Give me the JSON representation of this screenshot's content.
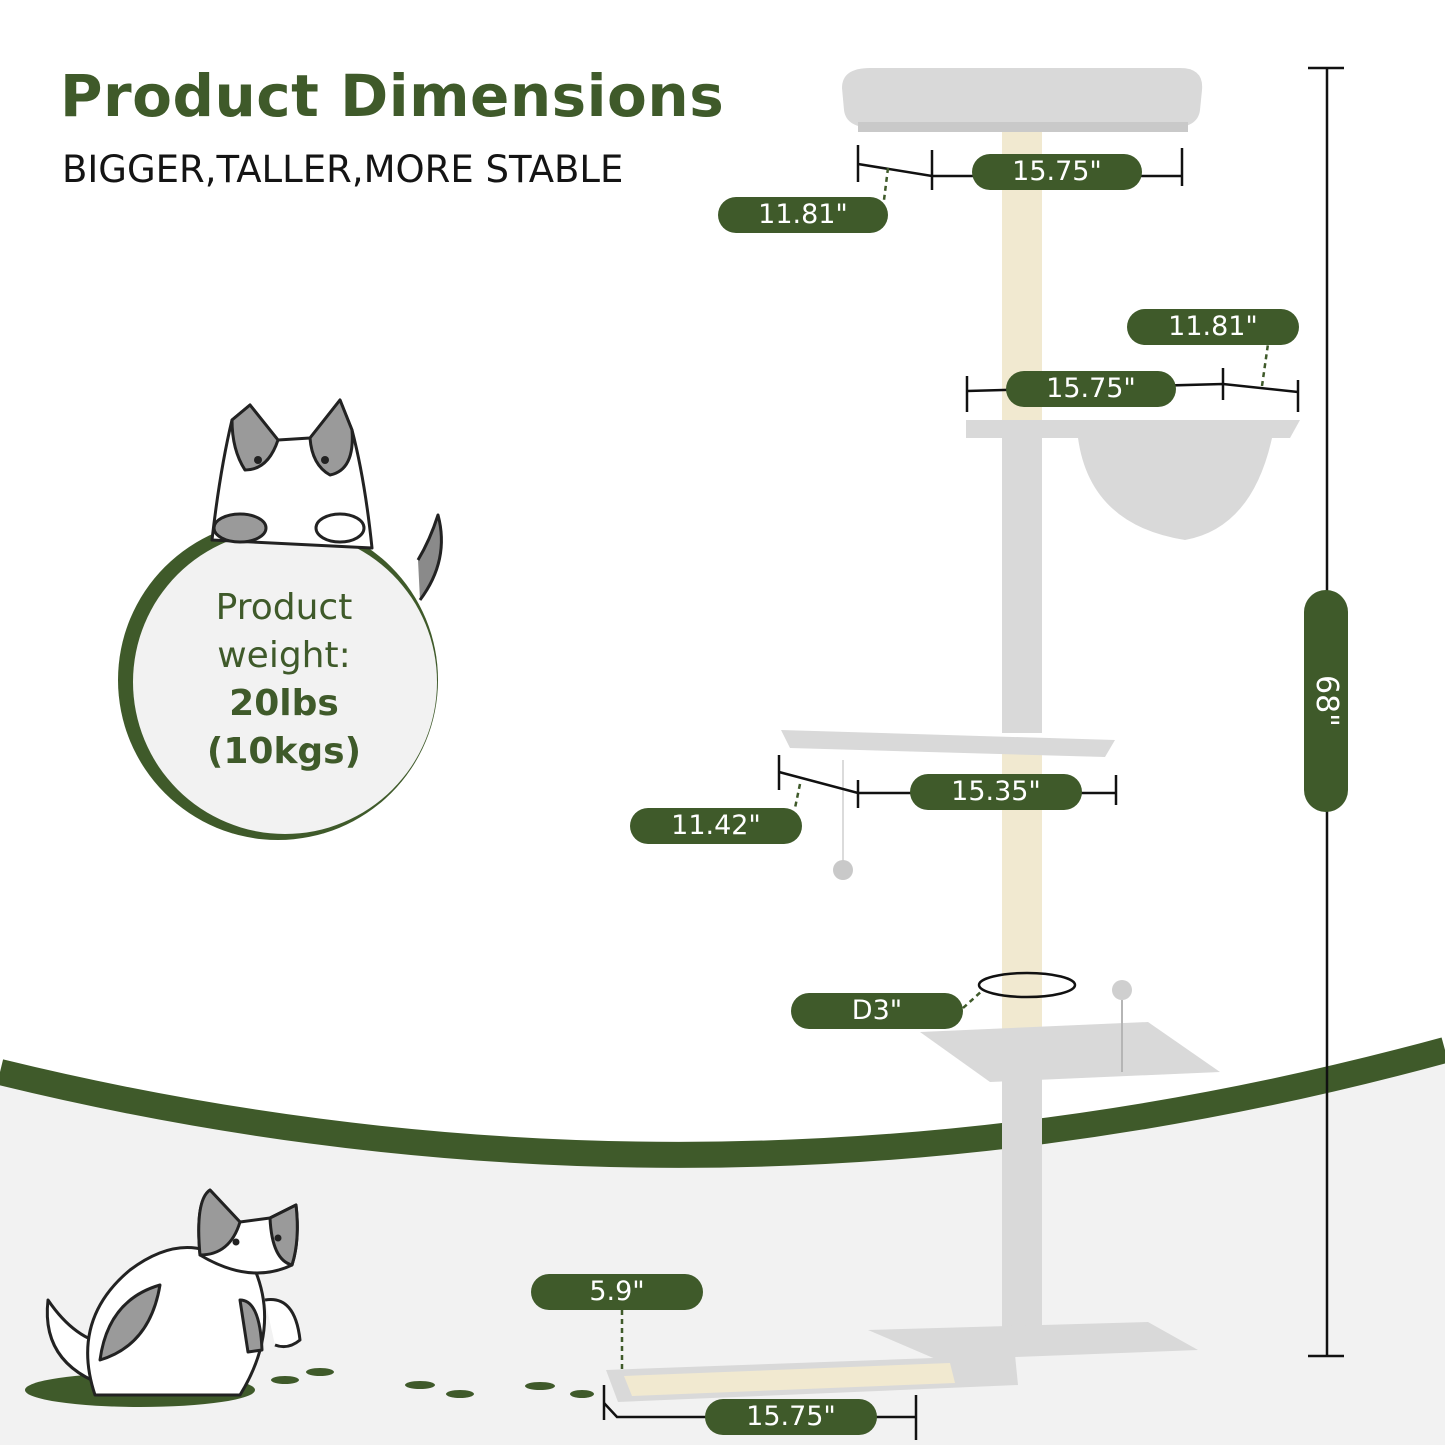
{
  "header": {
    "title": "Product Dimensions",
    "subtitle": "BIGGER,TALLER,MORE STABLE"
  },
  "weight_badge": {
    "line1": "Product",
    "line2": "weight:",
    "value_lbs": "20lbs",
    "value_kgs": "(10kgs)"
  },
  "dimensions": {
    "top_perch_width": "15.75\"",
    "top_perch_depth": "11.81\"",
    "hammock_width": "15.75\"",
    "hammock_depth": "11.81\"",
    "middle_platform_width": "15.35\"",
    "middle_platform_depth": "11.42\"",
    "post_diameter": "D3\"",
    "total_height": "68\"",
    "scratch_board_width": "5.9\"",
    "scratch_board_length": "15.75\""
  },
  "colors": {
    "brand_green": "#3f5a2a",
    "plush_grey": "#d9d9d9",
    "sisal": "#f1e9d0",
    "floor": "#f2f2f2"
  }
}
